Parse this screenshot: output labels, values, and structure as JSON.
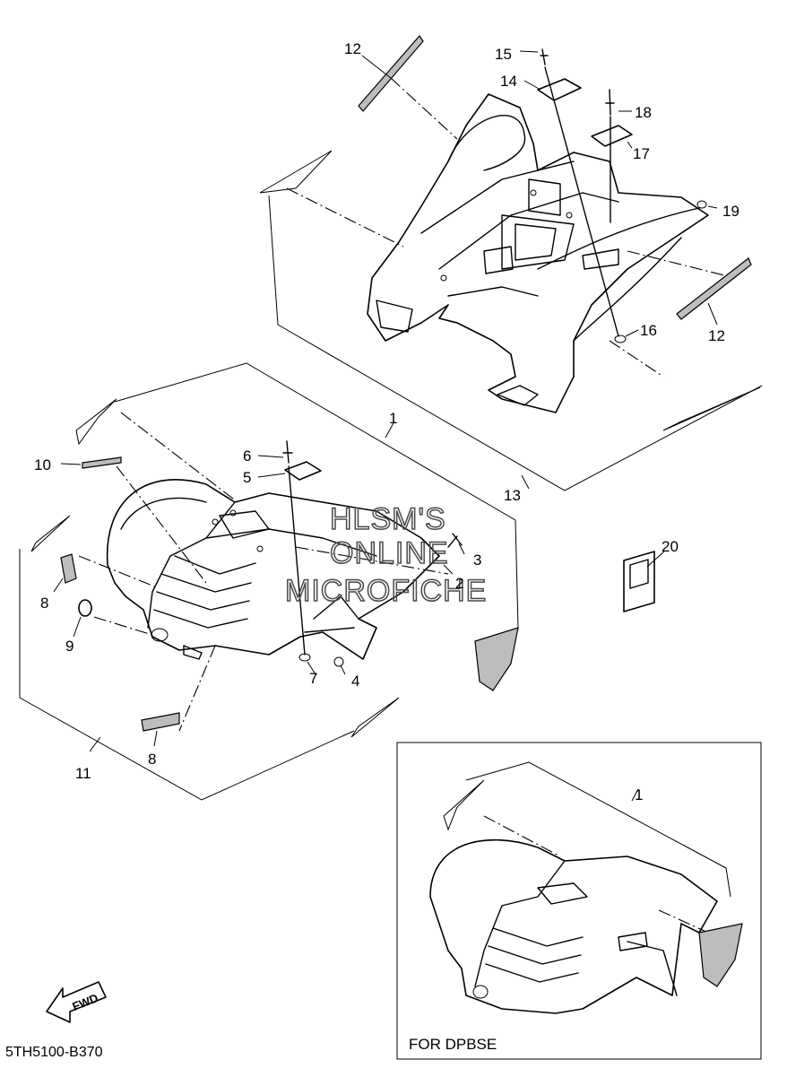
{
  "callouts": {
    "c1": "1",
    "c2": "2",
    "c3": "3",
    "c4": "4",
    "c5": "5",
    "c6": "6",
    "c7": "7",
    "c8a": "8",
    "c8b": "8",
    "c9": "9",
    "c10": "10",
    "c11": "11",
    "c12a": "12",
    "c12b": "12",
    "c13": "13",
    "c14": "14",
    "c15": "15",
    "c16": "16",
    "c17": "17",
    "c18": "18",
    "c19": "19",
    "c20": "20",
    "c1_inset": "1"
  },
  "watermark": {
    "line1": "HLSM'S",
    "line2": "ONLINE",
    "line3": "MICROFICHE"
  },
  "fwd_label": "FWD",
  "inset_caption": "FOR  DPBSE",
  "diagram_code": "5TH5100-B370",
  "colors": {
    "line": "#000000",
    "background": "#ffffff",
    "watermark": "#4a4a4a"
  }
}
